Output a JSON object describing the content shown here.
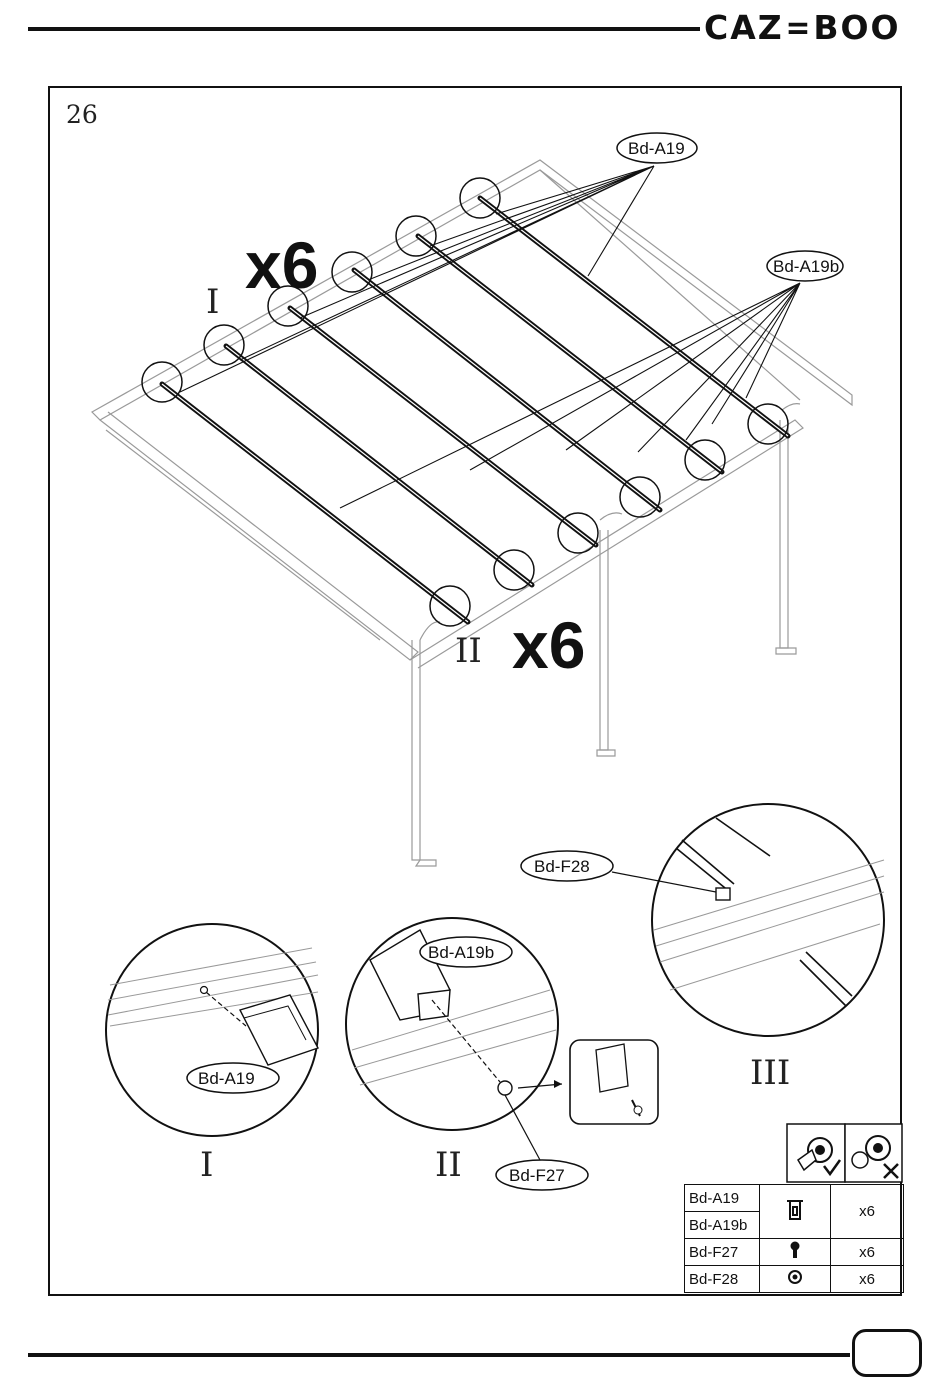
{
  "brand": {
    "logo_text": "CAZ=BOO"
  },
  "step": {
    "number": "26"
  },
  "illustration": {
    "multiplier_top": "x6",
    "multiplier_bottom": "x6",
    "roman_top": "I",
    "roman_bottom": "II"
  },
  "callouts": {
    "beam": "Bd-A19",
    "beam_b": "Bd-A19b",
    "fastener_f28": "Bd-F28",
    "detail1_part": "Bd-A19",
    "detail2_part_top": "Bd-A19b",
    "detail2_part_bottom": "Bd-F27"
  },
  "details": {
    "label_1": "I",
    "label_2": "II",
    "label_3": "III"
  },
  "parts_table": {
    "rows": [
      {
        "code": "Bd-A19",
        "qty": "x6"
      },
      {
        "code": "Bd-A19b",
        "qty": ""
      },
      {
        "code": "Bd-F27",
        "qty": "x6"
      },
      {
        "code": "Bd-F28",
        "qty": "x6"
      }
    ],
    "icons": [
      "bolt-check-icon",
      "bolt-cross-icon",
      "bracket-icon",
      "screw-icon",
      "nut-icon"
    ]
  }
}
